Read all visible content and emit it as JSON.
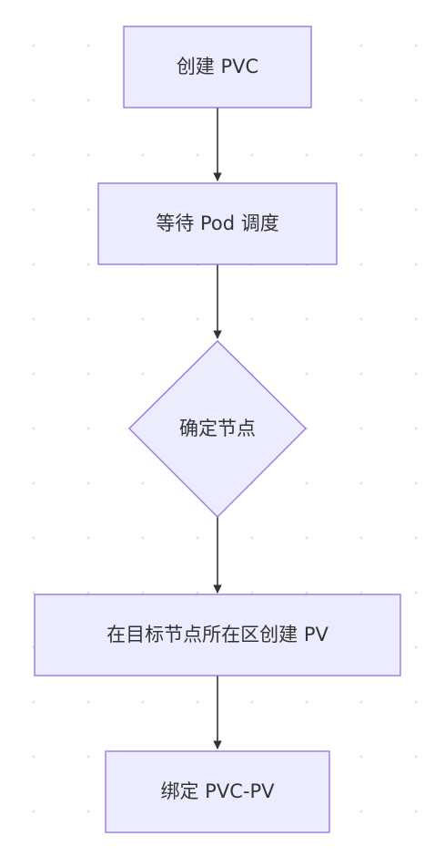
{
  "diagram": {
    "nodes": [
      {
        "id": "n1",
        "shape": "rect",
        "label": "创建 PVC"
      },
      {
        "id": "n2",
        "shape": "rect",
        "label": "等待 Pod 调度"
      },
      {
        "id": "n3",
        "shape": "diamond",
        "label": "确定节点"
      },
      {
        "id": "n4",
        "shape": "rect",
        "label": "在目标节点所在区创建 PV"
      },
      {
        "id": "n5",
        "shape": "rect",
        "label": "绑定 PVC-PV"
      }
    ],
    "edges": [
      {
        "from": "n1",
        "to": "n2"
      },
      {
        "from": "n2",
        "to": "n3"
      },
      {
        "from": "n3",
        "to": "n4"
      },
      {
        "from": "n4",
        "to": "n5"
      }
    ],
    "colors": {
      "node_fill": "#ECECFF",
      "node_stroke": "#9370DB",
      "edge": "#333333",
      "text": "#333333"
    }
  }
}
